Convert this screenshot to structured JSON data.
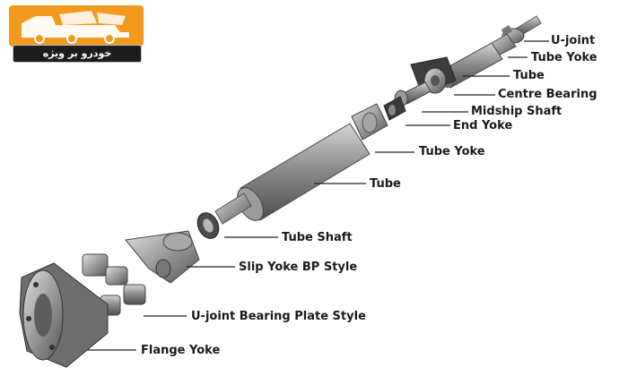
{
  "brand": {
    "caption": "خودرو بر ویژه",
    "colors": {
      "orange": "#f29a1d",
      "dark": "#1d1d1d"
    }
  },
  "colors": {
    "metal_dark": "#5a5a5a",
    "metal_mid": "#8c8c8c",
    "metal_light": "#c9c9c9",
    "line": "#222222",
    "text": "#1a1a1a"
  },
  "labels": {
    "u_joint": "U-joint",
    "tube_yoke_top": "Tube Yoke",
    "tube_top": "Tube",
    "centre_bearing": "Centre Bearing",
    "midship_shaft": "Midship Shaft",
    "end_yoke": "End Yoke",
    "tube_yoke_mid": "Tube Yoke",
    "tube_mid": "Tube",
    "tube_shaft": "Tube Shaft",
    "slip_yoke": "Slip Yoke BP Style",
    "u_joint_bearing_plate": "U-joint Bearing Plate Style",
    "flange_yoke": "Flange Yoke"
  }
}
